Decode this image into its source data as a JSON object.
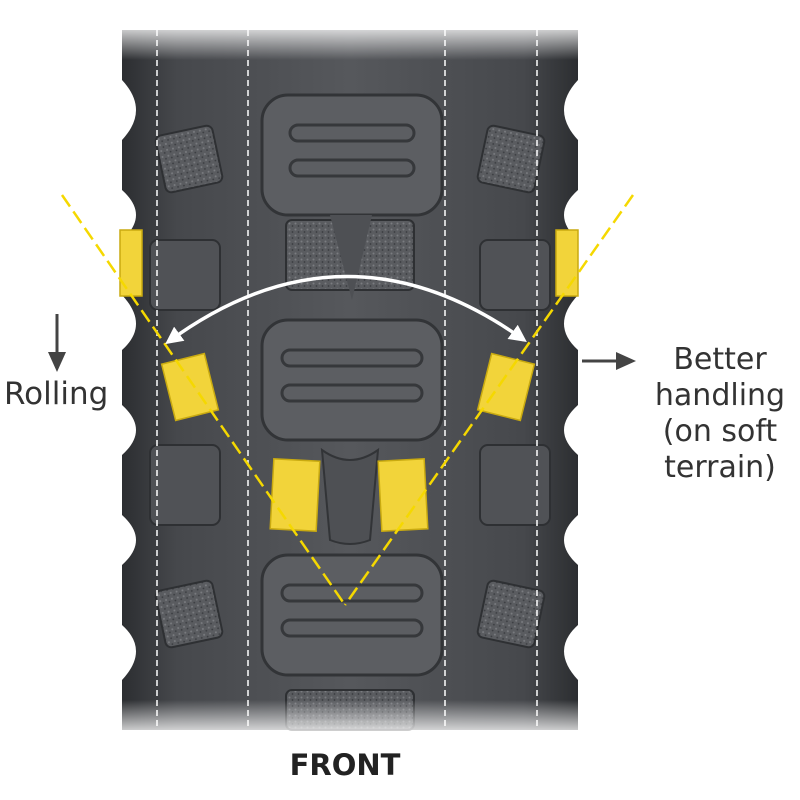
{
  "labels": {
    "rolling": "Rolling",
    "handling_lines": [
      "Better",
      "handling",
      "(on soft",
      "terrain)"
    ],
    "front": "FRONT"
  },
  "colors": {
    "tire_body": "#4a4c50",
    "tire_dark": "#2e3033",
    "knob_highlight": "#f2d43a",
    "guide_line": "#f5d800",
    "arrow_white": "#ffffff",
    "arrow_dark": "#444444"
  },
  "icons": {
    "rolling_arrow": "arrow-down-icon",
    "handling_arrow": "arrow-right-icon",
    "angle_arc": "double-headed-arc-arrow-icon"
  }
}
